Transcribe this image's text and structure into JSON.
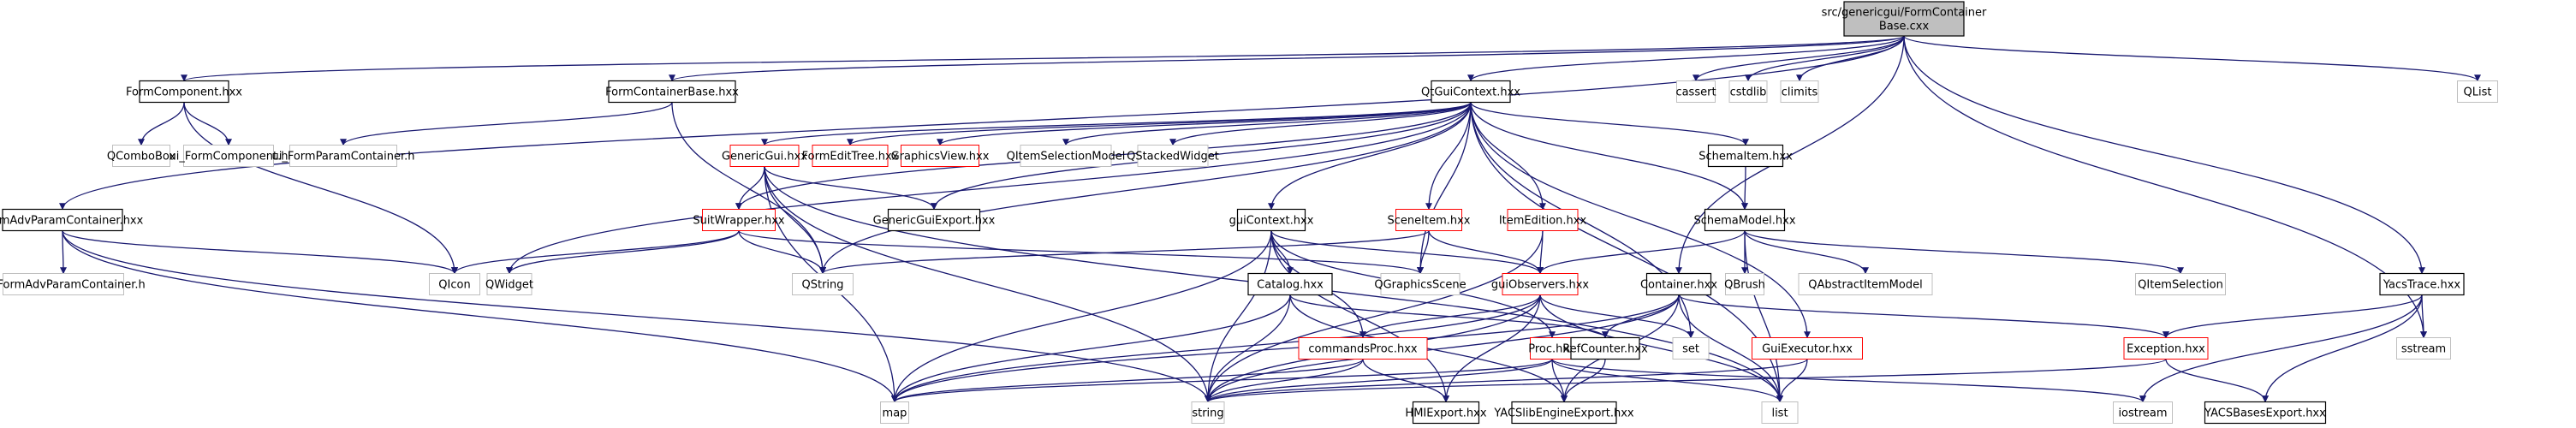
{
  "diagram": {
    "type": "include-dependency-graph",
    "colors": {
      "edge": "#191970",
      "root_fill": "#bfbfbf",
      "root_border": "#000000",
      "documented_border": "#000000",
      "truncated_border": "#ff0000",
      "external_border": "#bfbfbf",
      "node_fill": "#ffffff"
    },
    "nodes": [
      {
        "id": "root",
        "label": [
          "src/genericgui/FormContainer",
          "Base.cxx"
        ],
        "style": "root"
      },
      {
        "id": "FormComponent",
        "label": [
          "FormComponent.hxx"
        ],
        "style": "documented"
      },
      {
        "id": "FormContainerBase",
        "label": [
          "FormContainerBase.hxx"
        ],
        "style": "documented"
      },
      {
        "id": "QtGuiContext",
        "label": [
          "QtGuiContext.hxx"
        ],
        "style": "documented"
      },
      {
        "id": "cassert",
        "label": [
          "cassert"
        ],
        "style": "external"
      },
      {
        "id": "cstdlib",
        "label": [
          "cstdlib"
        ],
        "style": "external"
      },
      {
        "id": "climits",
        "label": [
          "climits"
        ],
        "style": "external"
      },
      {
        "id": "QList",
        "label": [
          "QList"
        ],
        "style": "external"
      },
      {
        "id": "QComboBox",
        "label": [
          "QComboBox"
        ],
        "style": "external"
      },
      {
        "id": "ui_FormComponent",
        "label": [
          "ui_FormComponent.h"
        ],
        "style": "external"
      },
      {
        "id": "ui_FormParamContainer",
        "label": [
          "ui_FormParamContainer.h"
        ],
        "style": "external"
      },
      {
        "id": "GenericGui",
        "label": [
          "GenericGui.hxx"
        ],
        "style": "truncated"
      },
      {
        "id": "FormEditTree",
        "label": [
          "FormEditTree.hxx"
        ],
        "style": "truncated"
      },
      {
        "id": "GraphicsView",
        "label": [
          "GraphicsView.hxx"
        ],
        "style": "truncated"
      },
      {
        "id": "QItemSelectionModel",
        "label": [
          "QItemSelectionModel"
        ],
        "style": "external"
      },
      {
        "id": "QStackedWidget",
        "label": [
          "QStackedWidget"
        ],
        "style": "external"
      },
      {
        "id": "SchemaItem",
        "label": [
          "SchemaItem.hxx"
        ],
        "style": "documented"
      },
      {
        "id": "FormAdvParamContainer",
        "label": [
          "FormAdvParamContainer.hxx"
        ],
        "style": "documented"
      },
      {
        "id": "SuitWrapper",
        "label": [
          "SuitWrapper.hxx"
        ],
        "style": "truncated"
      },
      {
        "id": "GenericGuiExport",
        "label": [
          "GenericGuiExport.hxx"
        ],
        "style": "documented"
      },
      {
        "id": "guiContext",
        "label": [
          "guiContext.hxx"
        ],
        "style": "documented"
      },
      {
        "id": "SceneItem",
        "label": [
          "SceneItem.hxx"
        ],
        "style": "truncated"
      },
      {
        "id": "ItemEdition",
        "label": [
          "ItemEdition.hxx"
        ],
        "style": "truncated"
      },
      {
        "id": "SchemaModel",
        "label": [
          "SchemaModel.hxx"
        ],
        "style": "documented"
      },
      {
        "id": "YacsTrace",
        "label": [
          "YacsTrace.hxx"
        ],
        "style": "documented"
      },
      {
        "id": "ui_FormAdvParamContainer",
        "label": [
          "ui_FormAdvParamContainer.h"
        ],
        "style": "external"
      },
      {
        "id": "QIcon",
        "label": [
          "QIcon"
        ],
        "style": "external"
      },
      {
        "id": "QWidget",
        "label": [
          "QWidget"
        ],
        "style": "external"
      },
      {
        "id": "QString",
        "label": [
          "QString"
        ],
        "style": "external"
      },
      {
        "id": "Catalog",
        "label": [
          "Catalog.hxx"
        ],
        "style": "documented"
      },
      {
        "id": "QGraphicsScene",
        "label": [
          "QGraphicsScene"
        ],
        "style": "external"
      },
      {
        "id": "guiObservers",
        "label": [
          "guiObservers.hxx"
        ],
        "style": "truncated"
      },
      {
        "id": "Container",
        "label": [
          "Container.hxx"
        ],
        "style": "documented"
      },
      {
        "id": "QBrush",
        "label": [
          "QBrush"
        ],
        "style": "external"
      },
      {
        "id": "QAbstractItemModel",
        "label": [
          "QAbstractItemModel"
        ],
        "style": "external"
      },
      {
        "id": "QItemSelection",
        "label": [
          "QItemSelection"
        ],
        "style": "external"
      },
      {
        "id": "sstream",
        "label": [
          "sstream"
        ],
        "style": "external"
      },
      {
        "id": "commandsProc",
        "label": [
          "commandsProc.hxx"
        ],
        "style": "truncated"
      },
      {
        "id": "Proc",
        "label": [
          "Proc.hxx"
        ],
        "style": "truncated"
      },
      {
        "id": "RefCounter",
        "label": [
          "RefCounter.hxx"
        ],
        "style": "documented"
      },
      {
        "id": "set",
        "label": [
          "set"
        ],
        "style": "external"
      },
      {
        "id": "GuiExecutor",
        "label": [
          "GuiExecutor.hxx"
        ],
        "style": "truncated"
      },
      {
        "id": "Exception",
        "label": [
          "Exception.hxx"
        ],
        "style": "truncated"
      },
      {
        "id": "map",
        "label": [
          "map"
        ],
        "style": "external"
      },
      {
        "id": "string",
        "label": [
          "string"
        ],
        "style": "external"
      },
      {
        "id": "HMIExport",
        "label": [
          "HMIExport.hxx"
        ],
        "style": "documented"
      },
      {
        "id": "YACSlibEngineExport",
        "label": [
          "YACSlibEngineExport.hxx"
        ],
        "style": "documented"
      },
      {
        "id": "list",
        "label": [
          "list"
        ],
        "style": "external"
      },
      {
        "id": "iostream",
        "label": [
          "iostream"
        ],
        "style": "external"
      },
      {
        "id": "YACSBasesExport",
        "label": [
          "YACSBasesExport.hxx"
        ],
        "style": "documented"
      }
    ],
    "edges": [
      [
        "root",
        "FormComponent"
      ],
      [
        "root",
        "FormContainerBase"
      ],
      [
        "root",
        "QtGuiContext"
      ],
      [
        "root",
        "cassert"
      ],
      [
        "root",
        "cstdlib"
      ],
      [
        "root",
        "climits"
      ],
      [
        "root",
        "QList"
      ],
      [
        "root",
        "FormAdvParamContainer"
      ],
      [
        "root",
        "Container"
      ],
      [
        "root",
        "YacsTrace"
      ],
      [
        "root",
        "sstream"
      ],
      [
        "FormComponent",
        "QComboBox"
      ],
      [
        "FormComponent",
        "ui_FormComponent"
      ],
      [
        "FormComponent",
        "QIcon"
      ],
      [
        "FormContainerBase",
        "ui_FormParamContainer"
      ],
      [
        "FormContainerBase",
        "QString"
      ],
      [
        "QtGuiContext",
        "GenericGui"
      ],
      [
        "QtGuiContext",
        "FormEditTree"
      ],
      [
        "QtGuiContext",
        "GraphicsView"
      ],
      [
        "QtGuiContext",
        "QItemSelectionModel"
      ],
      [
        "QtGuiContext",
        "QStackedWidget"
      ],
      [
        "QtGuiContext",
        "SchemaItem"
      ],
      [
        "QtGuiContext",
        "SuitWrapper"
      ],
      [
        "QtGuiContext",
        "GenericGuiExport"
      ],
      [
        "QtGuiContext",
        "guiContext"
      ],
      [
        "QtGuiContext",
        "SceneItem"
      ],
      [
        "QtGuiContext",
        "ItemEdition"
      ],
      [
        "QtGuiContext",
        "SchemaModel"
      ],
      [
        "QtGuiContext",
        "QString"
      ],
      [
        "QtGuiContext",
        "QGraphicsScene"
      ],
      [
        "QtGuiContext",
        "set"
      ],
      [
        "QtGuiContext",
        "GuiExecutor"
      ],
      [
        "QtGuiContext",
        "list"
      ],
      [
        "QtGuiContext",
        "QWidget"
      ],
      [
        "GenericGui",
        "SuitWrapper"
      ],
      [
        "GenericGui",
        "GenericGuiExport"
      ],
      [
        "GenericGui",
        "QString"
      ],
      [
        "GenericGui",
        "map"
      ],
      [
        "GenericGui",
        "string"
      ],
      [
        "GenericGui",
        "list"
      ],
      [
        "SchemaItem",
        "SchemaModel"
      ],
      [
        "FormAdvParamContainer",
        "ui_FormAdvParamContainer"
      ],
      [
        "FormAdvParamContainer",
        "QIcon"
      ],
      [
        "FormAdvParamContainer",
        "map"
      ],
      [
        "FormAdvParamContainer",
        "string"
      ],
      [
        "SuitWrapper",
        "QIcon"
      ],
      [
        "SuitWrapper",
        "QWidget"
      ],
      [
        "SuitWrapper",
        "QString"
      ],
      [
        "SuitWrapper",
        "QGraphicsScene"
      ],
      [
        "guiContext",
        "Catalog"
      ],
      [
        "guiContext",
        "guiObservers"
      ],
      [
        "guiContext",
        "commandsProc"
      ],
      [
        "guiContext",
        "Proc"
      ],
      [
        "guiContext",
        "map"
      ],
      [
        "guiContext",
        "string"
      ],
      [
        "guiContext",
        "HMIExport"
      ],
      [
        "SceneItem",
        "QGraphicsScene"
      ],
      [
        "SceneItem",
        "guiObservers"
      ],
      [
        "SceneItem",
        "QString"
      ],
      [
        "ItemEdition",
        "guiObservers"
      ],
      [
        "ItemEdition",
        "string"
      ],
      [
        "SchemaModel",
        "guiObservers"
      ],
      [
        "SchemaModel",
        "QBrush"
      ],
      [
        "SchemaModel",
        "QAbstractItemModel"
      ],
      [
        "SchemaModel",
        "QItemSelection"
      ],
      [
        "SchemaModel",
        "list"
      ],
      [
        "YacsTrace",
        "Exception"
      ],
      [
        "YacsTrace",
        "sstream"
      ],
      [
        "YacsTrace",
        "iostream"
      ],
      [
        "YacsTrace",
        "YACSBasesExport"
      ],
      [
        "Catalog",
        "map"
      ],
      [
        "Catalog",
        "string"
      ],
      [
        "Catalog",
        "YACSlibEngineExport"
      ],
      [
        "Catalog",
        "RefCounter"
      ],
      [
        "guiObservers",
        "commandsProc"
      ],
      [
        "guiObservers",
        "HMIExport"
      ],
      [
        "guiObservers",
        "set"
      ],
      [
        "guiObservers",
        "list"
      ],
      [
        "guiObservers",
        "map"
      ],
      [
        "guiObservers",
        "string"
      ],
      [
        "Container",
        "RefCounter"
      ],
      [
        "Container",
        "Exception"
      ],
      [
        "Container",
        "YACSlibEngineExport"
      ],
      [
        "Container",
        "list"
      ],
      [
        "Container",
        "string"
      ],
      [
        "Container",
        "map"
      ],
      [
        "commandsProc",
        "HMIExport"
      ],
      [
        "commandsProc",
        "string"
      ],
      [
        "commandsProc",
        "map"
      ],
      [
        "Proc",
        "YACSlibEngineExport"
      ],
      [
        "Proc",
        "list"
      ],
      [
        "Proc",
        "map"
      ],
      [
        "Proc",
        "string"
      ],
      [
        "Proc",
        "iostream"
      ],
      [
        "RefCounter",
        "YACSlibEngineExport"
      ],
      [
        "GuiExecutor",
        "list"
      ],
      [
        "GuiExecutor",
        "string"
      ],
      [
        "Exception",
        "YACSBasesExport"
      ],
      [
        "Exception",
        "string"
      ]
    ]
  }
}
